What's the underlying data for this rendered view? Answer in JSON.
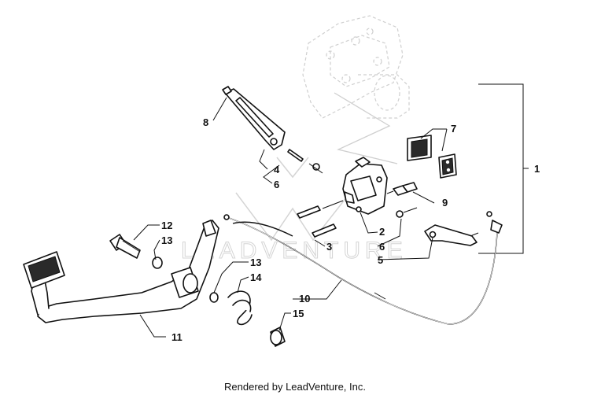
{
  "diagram": {
    "callouts": [
      {
        "id": "c1",
        "label": "1"
      },
      {
        "id": "c2",
        "label": "2"
      },
      {
        "id": "c3",
        "label": "3"
      },
      {
        "id": "c4",
        "label": "4"
      },
      {
        "id": "c5",
        "label": "5"
      },
      {
        "id": "c6a",
        "label": "6"
      },
      {
        "id": "c6b",
        "label": "6"
      },
      {
        "id": "c7",
        "label": "7"
      },
      {
        "id": "c8",
        "label": "8"
      },
      {
        "id": "c9",
        "label": "9"
      },
      {
        "id": "c10",
        "label": "10"
      },
      {
        "id": "c11",
        "label": "11"
      },
      {
        "id": "c12",
        "label": "12"
      },
      {
        "id": "c13a",
        "label": "13"
      },
      {
        "id": "c13b",
        "label": "13"
      },
      {
        "id": "c14",
        "label": "14"
      },
      {
        "id": "c15",
        "label": "15"
      }
    ],
    "watermark": "LEADVENTURE",
    "footer": "Rendered by LeadVenture, Inc."
  }
}
